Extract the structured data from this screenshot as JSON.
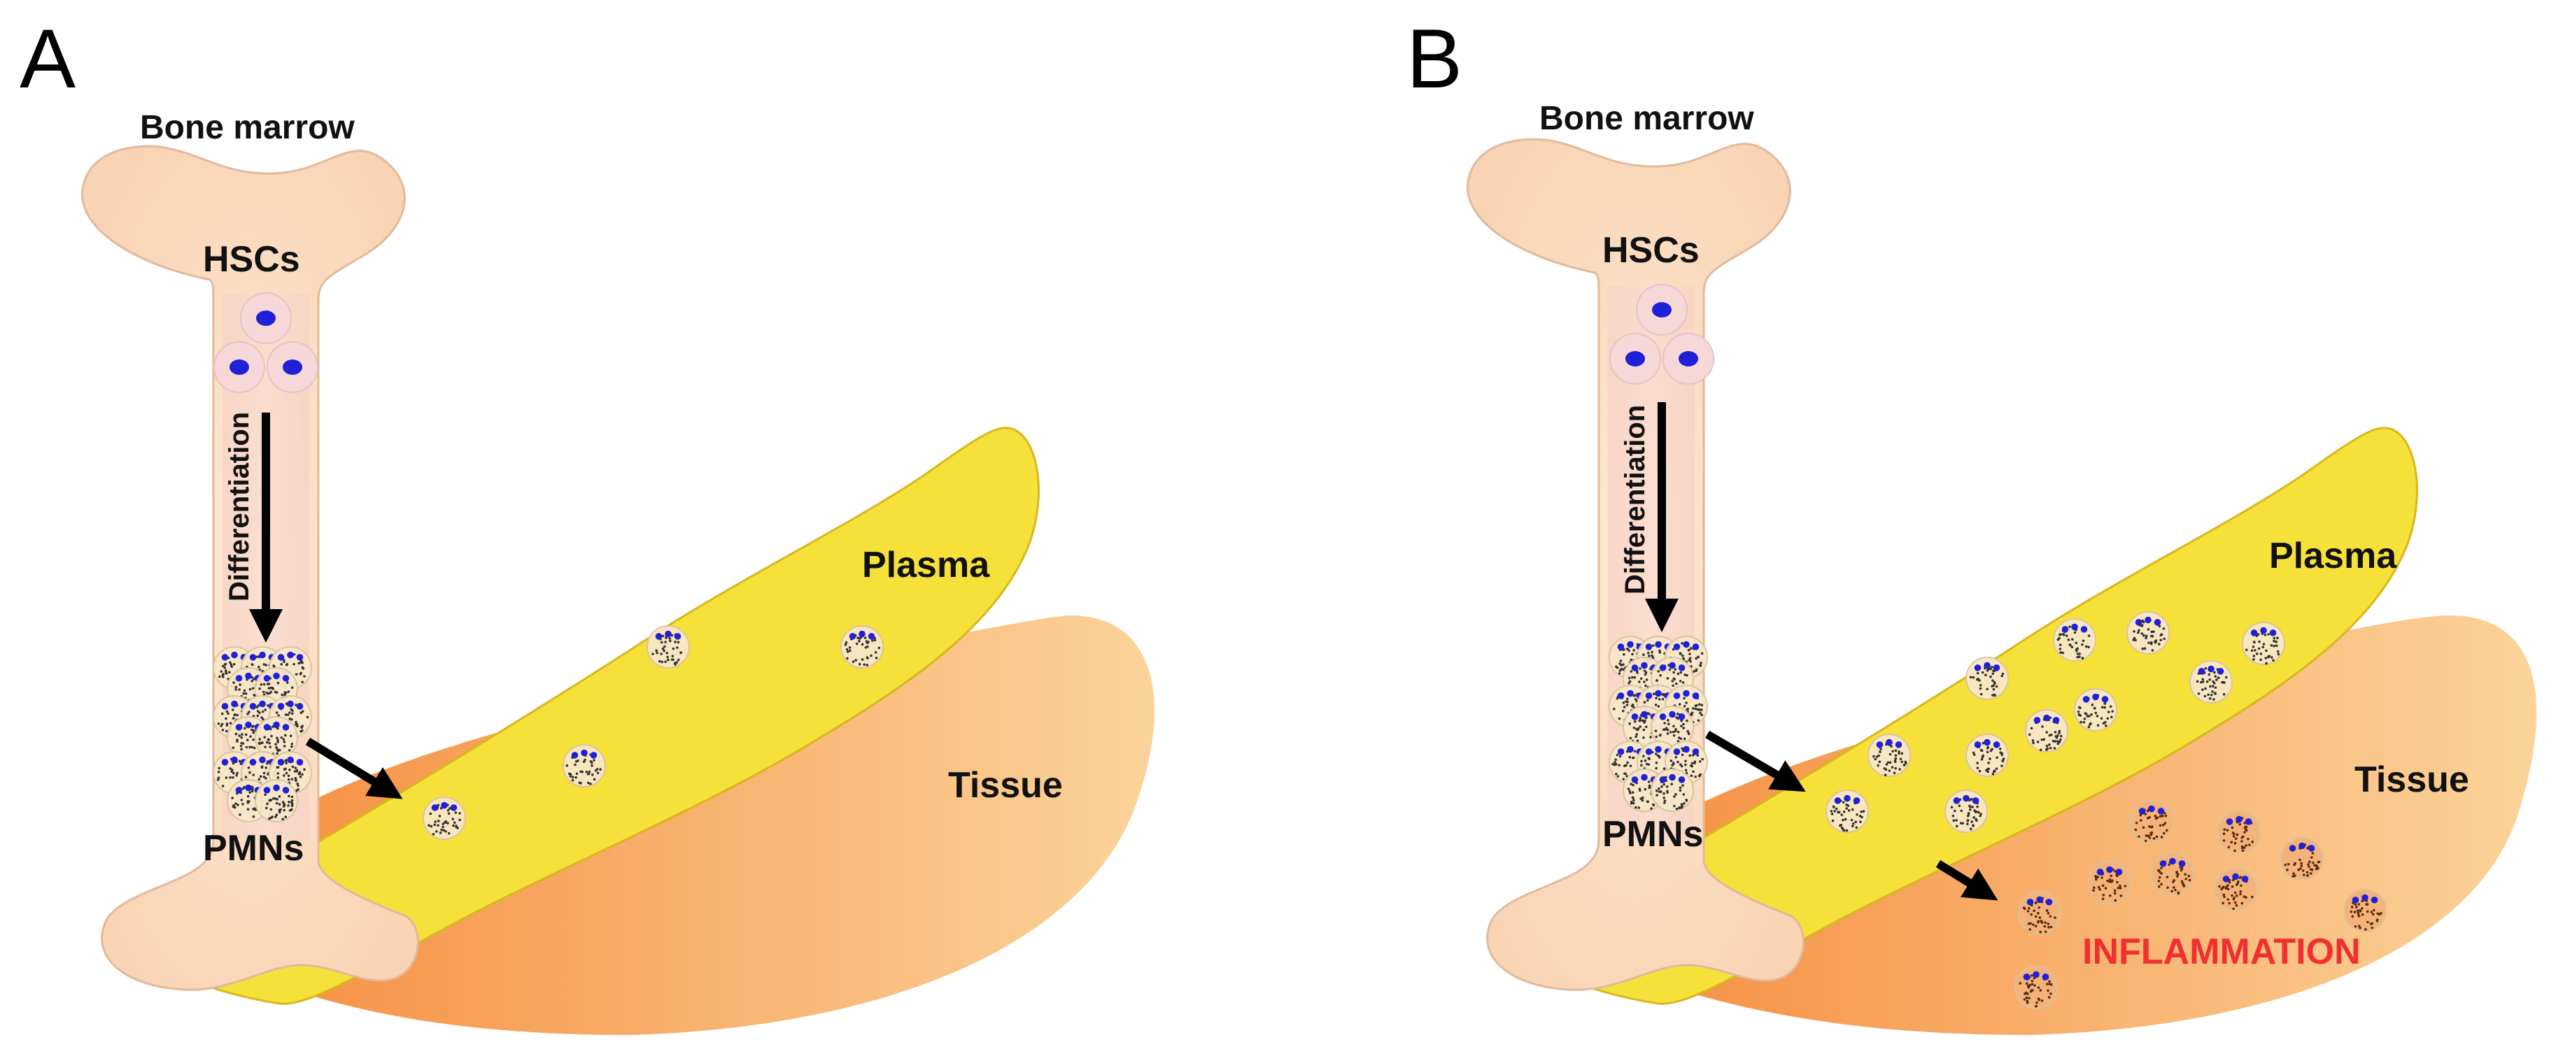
{
  "colors": {
    "bone": "#fbe0c6",
    "bone_inner": "#f5cfc8",
    "bone_stroke": "#e2b99a",
    "plasma": "#f6e13a",
    "plasma_stroke": "#d9b61e",
    "tissue_dark": "#f5893a",
    "tissue_light": "#fbd39a",
    "arrow": "#000000",
    "nucleus": "#2020d8",
    "inflammation": "#f03030"
  },
  "panelA": {
    "letter": "A",
    "bone_marrow": "Bone marrow",
    "hscs": "HSCs",
    "differentiation": "Differentiation",
    "pmns": "PMNs",
    "plasma": "Plasma",
    "tissue": "Tissue"
  },
  "panelB": {
    "letter": "B",
    "bone_marrow": "Bone marrow",
    "hscs": "HSCs",
    "differentiation": "Differentiation",
    "pmns": "PMNs",
    "plasma": "Plasma",
    "tissue": "Tissue",
    "inflammation": "INFLAMMATION"
  }
}
